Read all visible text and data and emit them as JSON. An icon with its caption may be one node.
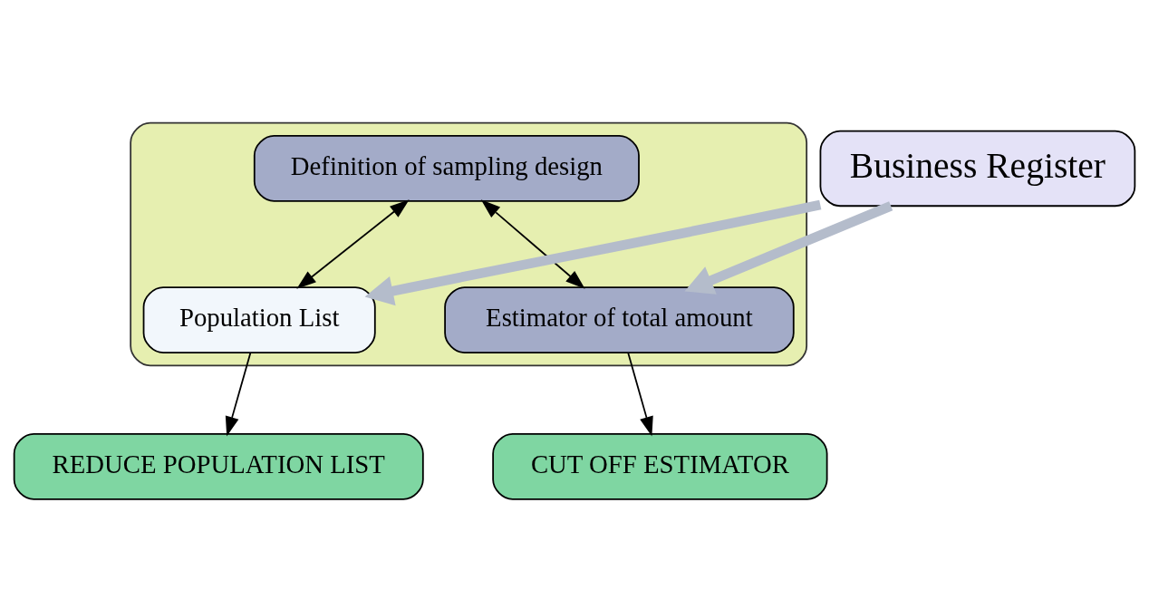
{
  "diagram": {
    "nodes": [
      {
        "text": [],
        "shape": "box"
      },
      {
        "text": [
          "Definition of sampling design"
        ],
        "in": 0
      },
      {
        "text": [
          "Population List"
        ],
        "in": 0
      },
      {
        "text": [
          "Estimator of total amount"
        ],
        "in": 0
      },
      {
        "text": [
          "Business Register"
        ]
      },
      {
        "text": [
          "REDUCE POPULATION LIST"
        ]
      },
      {
        "text": [
          "CUT OFF ESTIMATOR"
        ]
      }
    ],
    "edges": [
      {
        "from": 1,
        "to": 2,
        "arrow": "both"
      },
      {
        "from": 1,
        "to": 3,
        "arrow": "both"
      },
      {
        "from": 2,
        "to": 5,
        "arrow": "to"
      },
      {
        "from": 3,
        "to": 6,
        "arrow": "to"
      },
      {
        "from": 4,
        "to": 2,
        "arrow": "to",
        "style": "thick",
        "color": "#b4bccb"
      },
      {
        "from": 4,
        "to": 3,
        "arrow": "to",
        "style": "thick",
        "color": "#b4bccb"
      }
    ]
  }
}
